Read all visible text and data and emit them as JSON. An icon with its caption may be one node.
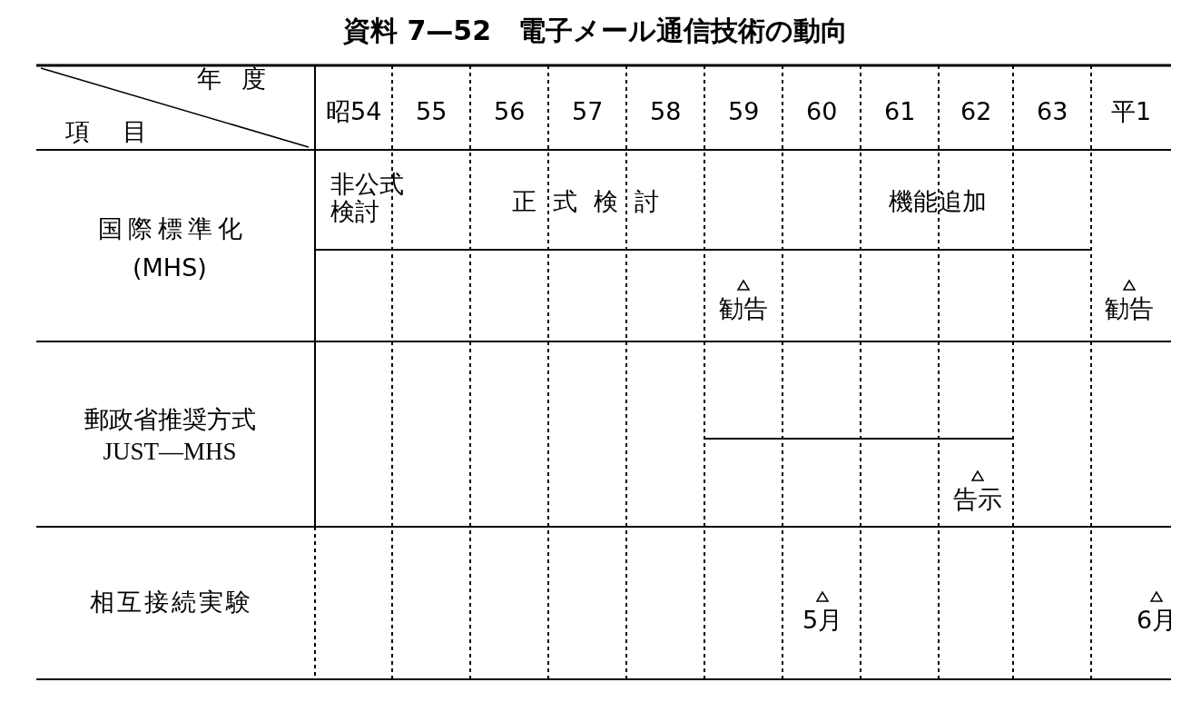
{
  "diagram": {
    "title": "資料 7—52　電子メール通信技術の動向",
    "labels": [
      "年度",
      "項目",
      "昭54",
      "55",
      "56",
      "57",
      "58",
      "59",
      "60",
      "61",
      "62",
      "63",
      "平1",
      "国際標準化",
      "(MHS)",
      "非公式検討",
      "正式検討",
      "機能追加",
      "勧告",
      "勧告",
      "郵政省推奨方式",
      "JUST—MHS",
      "告示",
      "相互接続実験",
      "5月",
      "6月"
    ]
  }
}
